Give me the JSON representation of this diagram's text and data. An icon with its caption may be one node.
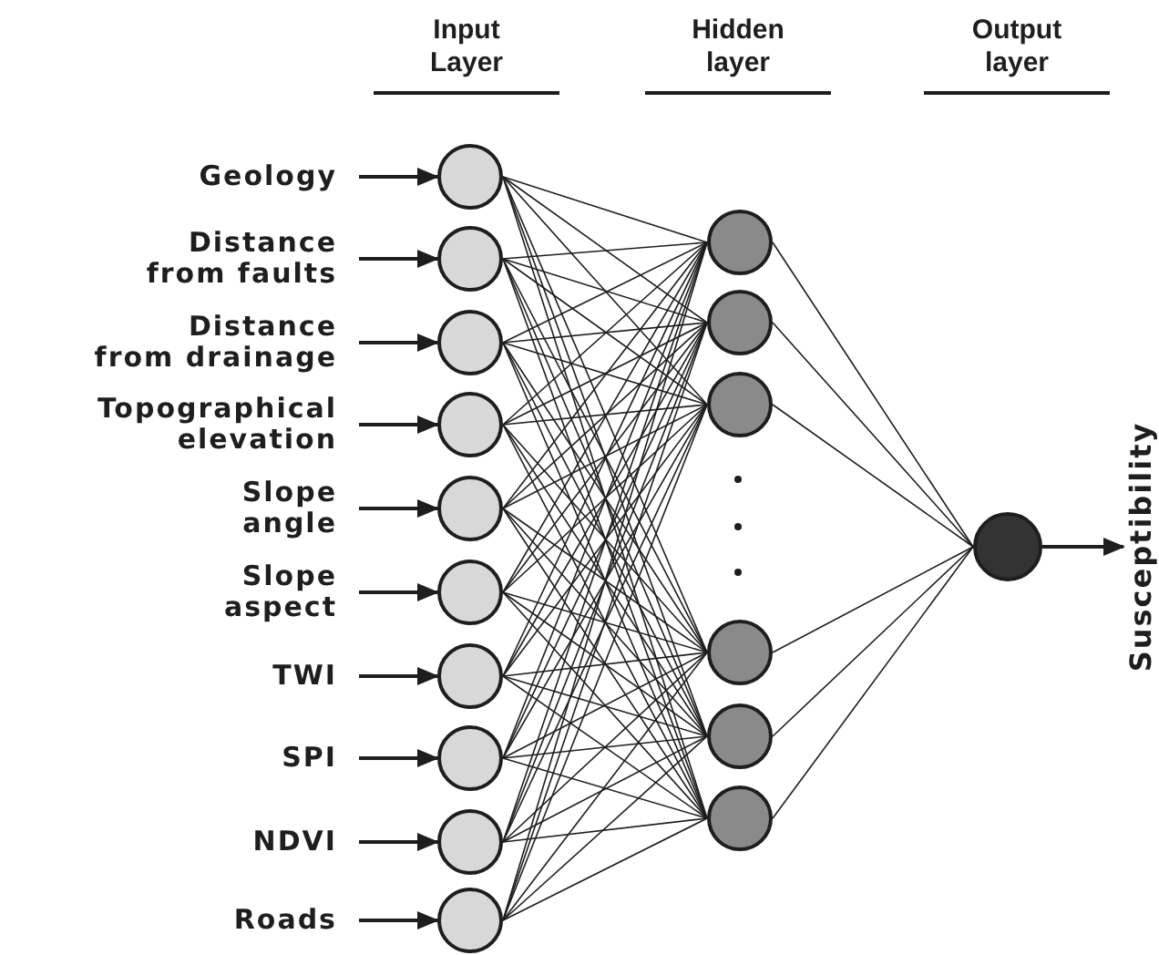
{
  "diagram": {
    "nodes": [
      {
        "text": [
          "Geology"
        ]
      },
      {
        "text": [
          "Distance from faults"
        ]
      },
      {
        "text": [
          "Distance from drainage"
        ]
      },
      {
        "text": [
          "Topographical elevation"
        ]
      },
      {
        "text": [
          "Slope angle"
        ]
      },
      {
        "text": [
          "Slope aspect"
        ]
      },
      {
        "text": [
          "TWI"
        ]
      },
      {
        "text": [
          "SPI"
        ]
      },
      {
        "text": [
          "NDVI"
        ]
      },
      {
        "text": [
          "Roads"
        ]
      },
      {
        "text": [],
        "shape": "circle"
      },
      {
        "text": [],
        "shape": "circle"
      },
      {
        "text": [],
        "shape": "circle"
      },
      {
        "text": [],
        "shape": "circle"
      },
      {
        "text": [],
        "shape": "circle"
      },
      {
        "text": [],
        "shape": "circle"
      },
      {
        "text": [],
        "shape": "circle"
      },
      {
        "text": [],
        "shape": "circle"
      },
      {
        "text": [],
        "shape": "circle"
      },
      {
        "text": [],
        "shape": "circle"
      },
      {
        "text": [],
        "shape": "circle"
      },
      {
        "text": [],
        "shape": "circle"
      },
      {
        "text": [],
        "shape": "circle"
      },
      {
        "text": [],
        "shape": "circle"
      },
      {
        "text": [],
        "shape": "circle"
      },
      {
        "text": [],
        "shape": "circle"
      },
      {
        "text": [],
        "shape": "circle"
      },
      {
        "text": [
          "Susceptibility"
        ]
      }
    ],
    "edges": [
      {
        "from": 0,
        "to": 10,
        "arrow": "to"
      },
      {
        "from": 1,
        "to": 11,
        "arrow": "to"
      },
      {
        "from": 2,
        "to": 12,
        "arrow": "to"
      },
      {
        "from": 3,
        "to": 13,
        "arrow": "to"
      },
      {
        "from": 4,
        "to": 14,
        "arrow": "to"
      },
      {
        "from": 5,
        "to": 15,
        "arrow": "to"
      },
      {
        "from": 6,
        "to": 16,
        "arrow": "to"
      },
      {
        "from": 7,
        "to": 17,
        "arrow": "to"
      },
      {
        "from": 8,
        "to": 18,
        "arrow": "to"
      },
      {
        "from": 9,
        "to": 19,
        "arrow": "to"
      },
      {
        "from": 10,
        "to": 20,
        "arrow": "none"
      },
      {
        "from": 10,
        "to": 21,
        "arrow": "none"
      },
      {
        "from": 10,
        "to": 22,
        "arrow": "none"
      },
      {
        "from": 10,
        "to": 23,
        "arrow": "none"
      },
      {
        "from": 10,
        "to": 24,
        "arrow": "none"
      },
      {
        "from": 10,
        "to": 25,
        "arrow": "none"
      },
      {
        "from": 11,
        "to": 20,
        "arrow": "none"
      },
      {
        "from": 11,
        "to": 21,
        "arrow": "none"
      },
      {
        "from": 11,
        "to": 22,
        "arrow": "none"
      },
      {
        "from": 11,
        "to": 23,
        "arrow": "none"
      },
      {
        "from": 11,
        "to": 24,
        "arrow": "none"
      },
      {
        "from": 11,
        "to": 25,
        "arrow": "none"
      },
      {
        "from": 12,
        "to": 20,
        "arrow": "none"
      },
      {
        "from": 12,
        "to": 21,
        "arrow": "none"
      },
      {
        "from": 12,
        "to": 22,
        "arrow": "none"
      },
      {
        "from": 12,
        "to": 23,
        "arrow": "none"
      },
      {
        "from": 12,
        "to": 24,
        "arrow": "none"
      },
      {
        "from": 12,
        "to": 25,
        "arrow": "none"
      },
      {
        "from": 13,
        "to": 20,
        "arrow": "none"
      },
      {
        "from": 13,
        "to": 21,
        "arrow": "none"
      },
      {
        "from": 13,
        "to": 22,
        "arrow": "none"
      },
      {
        "from": 13,
        "to": 23,
        "arrow": "none"
      },
      {
        "from": 13,
        "to": 24,
        "arrow": "none"
      },
      {
        "from": 13,
        "to": 25,
        "arrow": "none"
      },
      {
        "from": 14,
        "to": 20,
        "arrow": "none"
      },
      {
        "from": 14,
        "to": 21,
        "arrow": "none"
      },
      {
        "from": 14,
        "to": 22,
        "arrow": "none"
      },
      {
        "from": 14,
        "to": 23,
        "arrow": "none"
      },
      {
        "from": 14,
        "to": 24,
        "arrow": "none"
      },
      {
        "from": 14,
        "to": 25,
        "arrow": "none"
      },
      {
        "from": 15,
        "to": 20,
        "arrow": "none"
      },
      {
        "from": 15,
        "to": 21,
        "arrow": "none"
      },
      {
        "from": 15,
        "to": 22,
        "arrow": "none"
      },
      {
        "from": 15,
        "to": 23,
        "arrow": "none"
      },
      {
        "from": 15,
        "to": 24,
        "arrow": "none"
      },
      {
        "from": 15,
        "to": 25,
        "arrow": "none"
      },
      {
        "from": 16,
        "to": 20,
        "arrow": "none"
      },
      {
        "from": 16,
        "to": 21,
        "arrow": "none"
      },
      {
        "from": 16,
        "to": 22,
        "arrow": "none"
      },
      {
        "from": 16,
        "to": 23,
        "arrow": "none"
      },
      {
        "from": 16,
        "to": 24,
        "arrow": "none"
      },
      {
        "from": 16,
        "to": 25,
        "arrow": "none"
      },
      {
        "from": 17,
        "to": 20,
        "arrow": "none"
      },
      {
        "from": 17,
        "to": 21,
        "arrow": "none"
      },
      {
        "from": 17,
        "to": 22,
        "arrow": "none"
      },
      {
        "from": 17,
        "to": 23,
        "arrow": "none"
      },
      {
        "from": 17,
        "to": 24,
        "arrow": "none"
      },
      {
        "from": 17,
        "to": 25,
        "arrow": "none"
      },
      {
        "from": 18,
        "to": 20,
        "arrow": "none"
      },
      {
        "from": 18,
        "to": 21,
        "arrow": "none"
      },
      {
        "from": 18,
        "to": 22,
        "arrow": "none"
      },
      {
        "from": 18,
        "to": 23,
        "arrow": "none"
      },
      {
        "from": 18,
        "to": 24,
        "arrow": "none"
      },
      {
        "from": 18,
        "to": 25,
        "arrow": "none"
      },
      {
        "from": 19,
        "to": 20,
        "arrow": "none"
      },
      {
        "from": 19,
        "to": 21,
        "arrow": "none"
      },
      {
        "from": 19,
        "to": 22,
        "arrow": "none"
      },
      {
        "from": 19,
        "to": 23,
        "arrow": "none"
      },
      {
        "from": 19,
        "to": 24,
        "arrow": "none"
      },
      {
        "from": 19,
        "to": 25,
        "arrow": "none"
      },
      {
        "from": 20,
        "to": 26,
        "arrow": "none"
      },
      {
        "from": 21,
        "to": 26,
        "arrow": "none"
      },
      {
        "from": 22,
        "to": 26,
        "arrow": "none"
      },
      {
        "from": 23,
        "to": 26,
        "arrow": "none"
      },
      {
        "from": 24,
        "to": 26,
        "arrow": "none"
      },
      {
        "from": 25,
        "to": 26,
        "arrow": "none"
      },
      {
        "from": 26,
        "to": 27,
        "arrow": "to"
      }
    ],
    "labels": [
      "Input Layer",
      "Hidden layer",
      "Output layer"
    ]
  }
}
